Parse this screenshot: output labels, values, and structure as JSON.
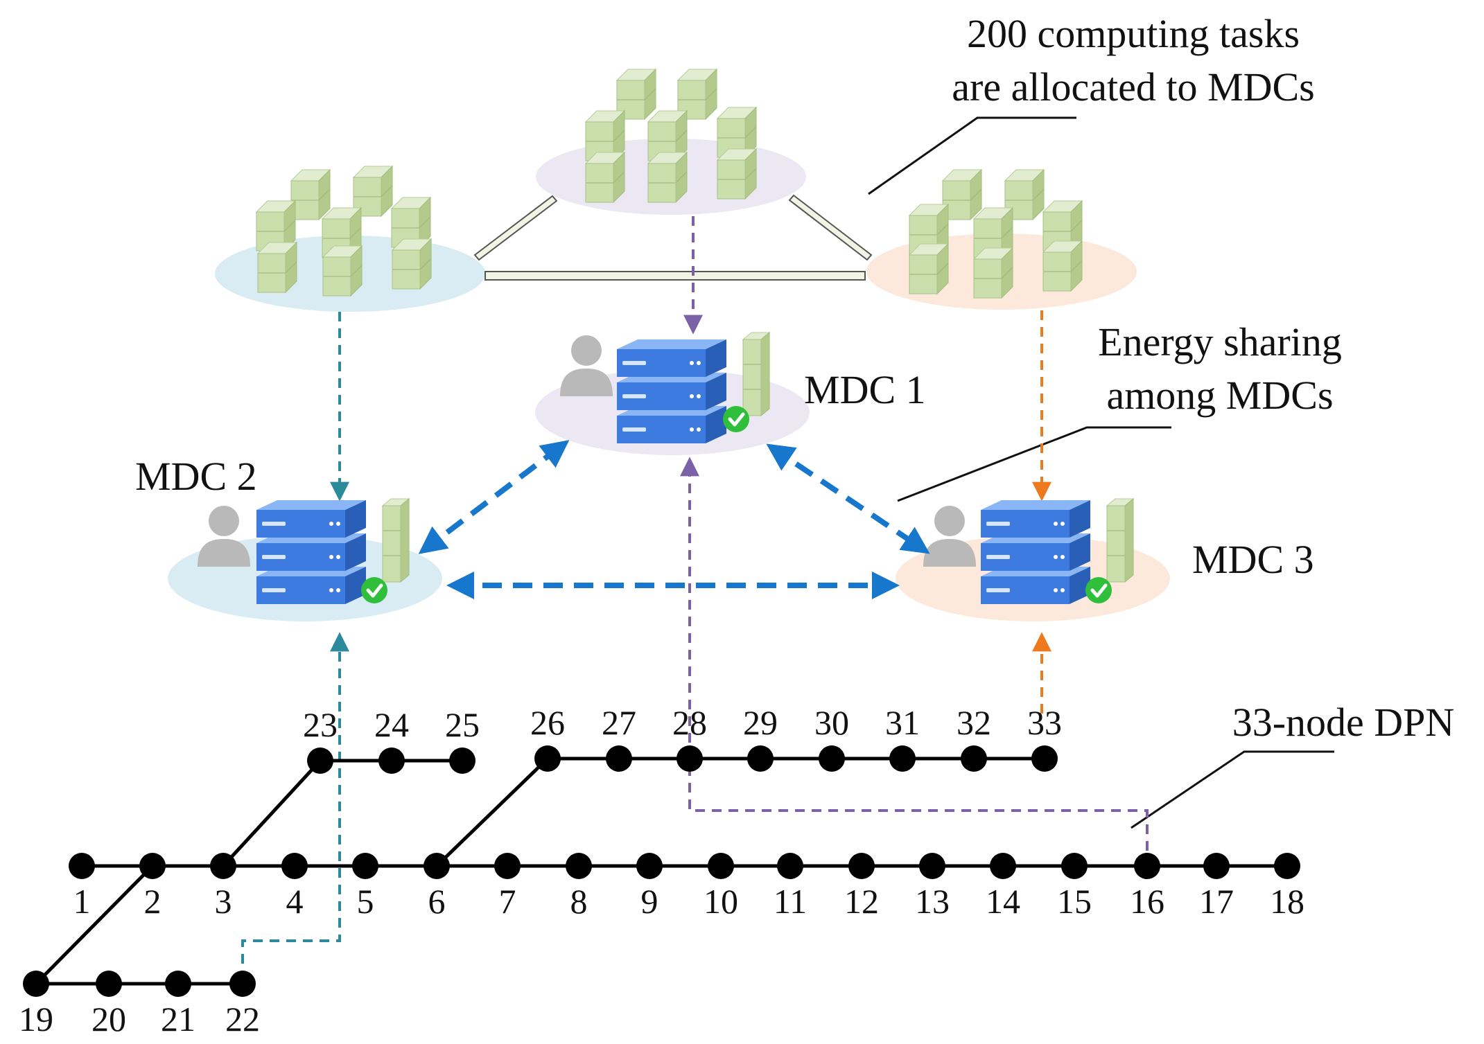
{
  "annotations": {
    "tasks_line1": "200 computing tasks",
    "tasks_line2": "are allocated to MDCs",
    "energy_line1": "Energy sharing",
    "energy_line2": "among MDCs",
    "dpn": "33-node DPN"
  },
  "mdc_labels": {
    "mdc1": "MDC 1",
    "mdc2": "MDC 2",
    "mdc3": "MDC 3"
  },
  "node_labels": [
    "1",
    "2",
    "3",
    "4",
    "5",
    "6",
    "7",
    "8",
    "9",
    "10",
    "11",
    "12",
    "13",
    "14",
    "15",
    "16",
    "17",
    "18",
    "19",
    "20",
    "21",
    "22",
    "23",
    "24",
    "25",
    "26",
    "27",
    "28",
    "29",
    "30",
    "31",
    "32",
    "33"
  ],
  "colors": {
    "mdc1_platform": "#ebe8f3",
    "mdc2_platform": "#d9ecf3",
    "mdc3_platform": "#fce9dc",
    "task_block": "#c7dba6",
    "server": "#4a86e8",
    "energy_arrow": "#1777cc",
    "link_mdc1": "#7b61a8",
    "link_mdc2": "#2b8a9b",
    "link_mdc3": "#ee7a1f",
    "grid_node": "#000000",
    "check_badge": "#2fbf3a"
  },
  "icons": [
    "task-block-icon",
    "server-rack-icon",
    "user-icon",
    "check-badge-icon"
  ]
}
